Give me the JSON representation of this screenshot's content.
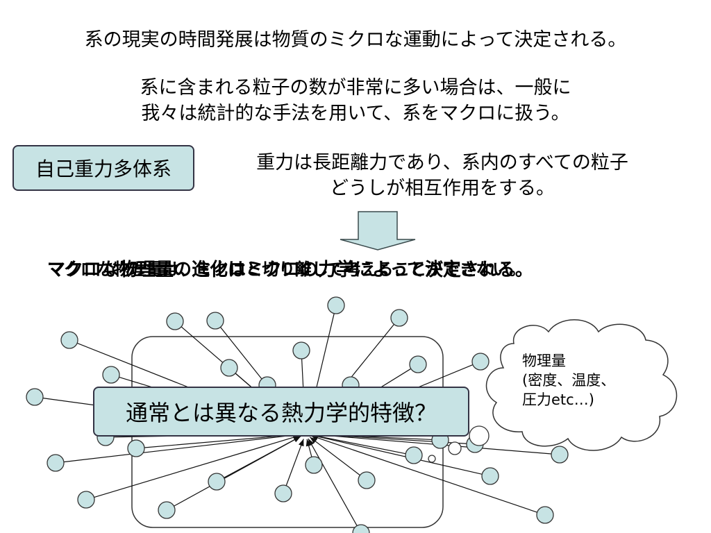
{
  "slide": {
    "line1": "系の現実の時間発展は物質のミクロな運動によって決定される。",
    "line2a": "系に含まれる粒子の数が非常に多い場合は、一般に",
    "line2b": "我々は統計的な手法を用いて、系をマクロに扱う。",
    "badge": "自己重力多体系",
    "gravity_a": "重力は長距離力であり、系内のすべての粒子",
    "gravity_b": "どうしが相互作用をする。",
    "overlap_a": "マクロな物理量の進化はミクロの力学によって決定される。",
    "overlap_b": "マクロな物理量は、ミクロと切り離して考えることができない。",
    "question": "通常とは異なる熱力学的特徴？",
    "cloud": "物理量\n(密度、温度、\n圧力etc…)"
  },
  "colors": {
    "fill": "#c7e3e4",
    "stroke": "#3a4a4c"
  }
}
